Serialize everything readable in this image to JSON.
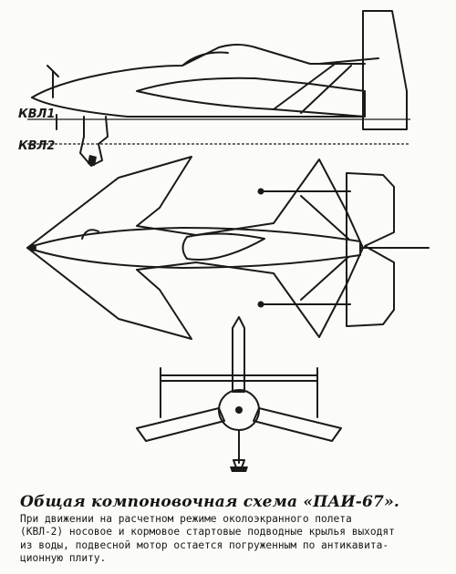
{
  "diagram": {
    "labels": {
      "waterline_1": "КВЛ1",
      "waterline_2": "КВЛ2"
    }
  },
  "caption": {
    "title": "Общая компоновочная схема «ПАИ-67».",
    "body_lines": [
      "При движении на расчетном режиме околоэкранного полета",
      "(КВЛ-2) носовое и кормовое стартовые подводные крылья выходят",
      "из воды, подвесной мотор остается погруженным по антикавита-",
      "ционную плиту."
    ]
  }
}
